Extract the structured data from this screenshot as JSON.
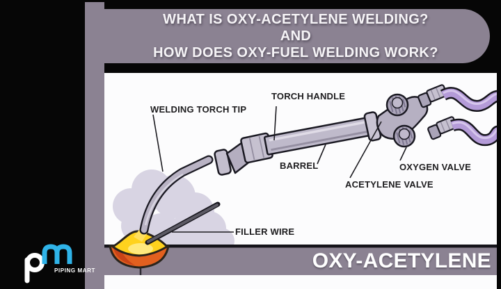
{
  "header": {
    "title_line1": "WHAT IS OXY-ACETYLENE WELDING?",
    "title_line2": "AND",
    "title_line3": "HOW DOES OXY-FUEL WELDING WORK?"
  },
  "diagram": {
    "labels": {
      "welding_torch_tip": "WELDING TORCH TIP",
      "torch_handle": "TORCH HANDLE",
      "barrel": "BARREL",
      "oxygen_valve": "OXYGEN VALVE",
      "acetylene_valve": "ACETYLENE VALVE",
      "filler_wire": "FILLER WIRE"
    },
    "caption": "OXY-ACETYLENE"
  },
  "branding": {
    "logo_text": "PIPING MART"
  },
  "colors": {
    "background": "#060606",
    "panel_gray_purple": "#8b8292",
    "canvas_white": "#fcfcfd",
    "title_text": "#f6f4f7",
    "label_text": "#1d1c1e",
    "caption_text": "#ffffff",
    "hose_purple": "#b49bd8",
    "torch_metal": "#bfbacb",
    "weld_pool_yellow": "#ffd21e",
    "weld_pool_orange": "#e2601f",
    "smoke_lavender": "#d8d4e3",
    "logo_cyan": "#2fb3e8"
  }
}
